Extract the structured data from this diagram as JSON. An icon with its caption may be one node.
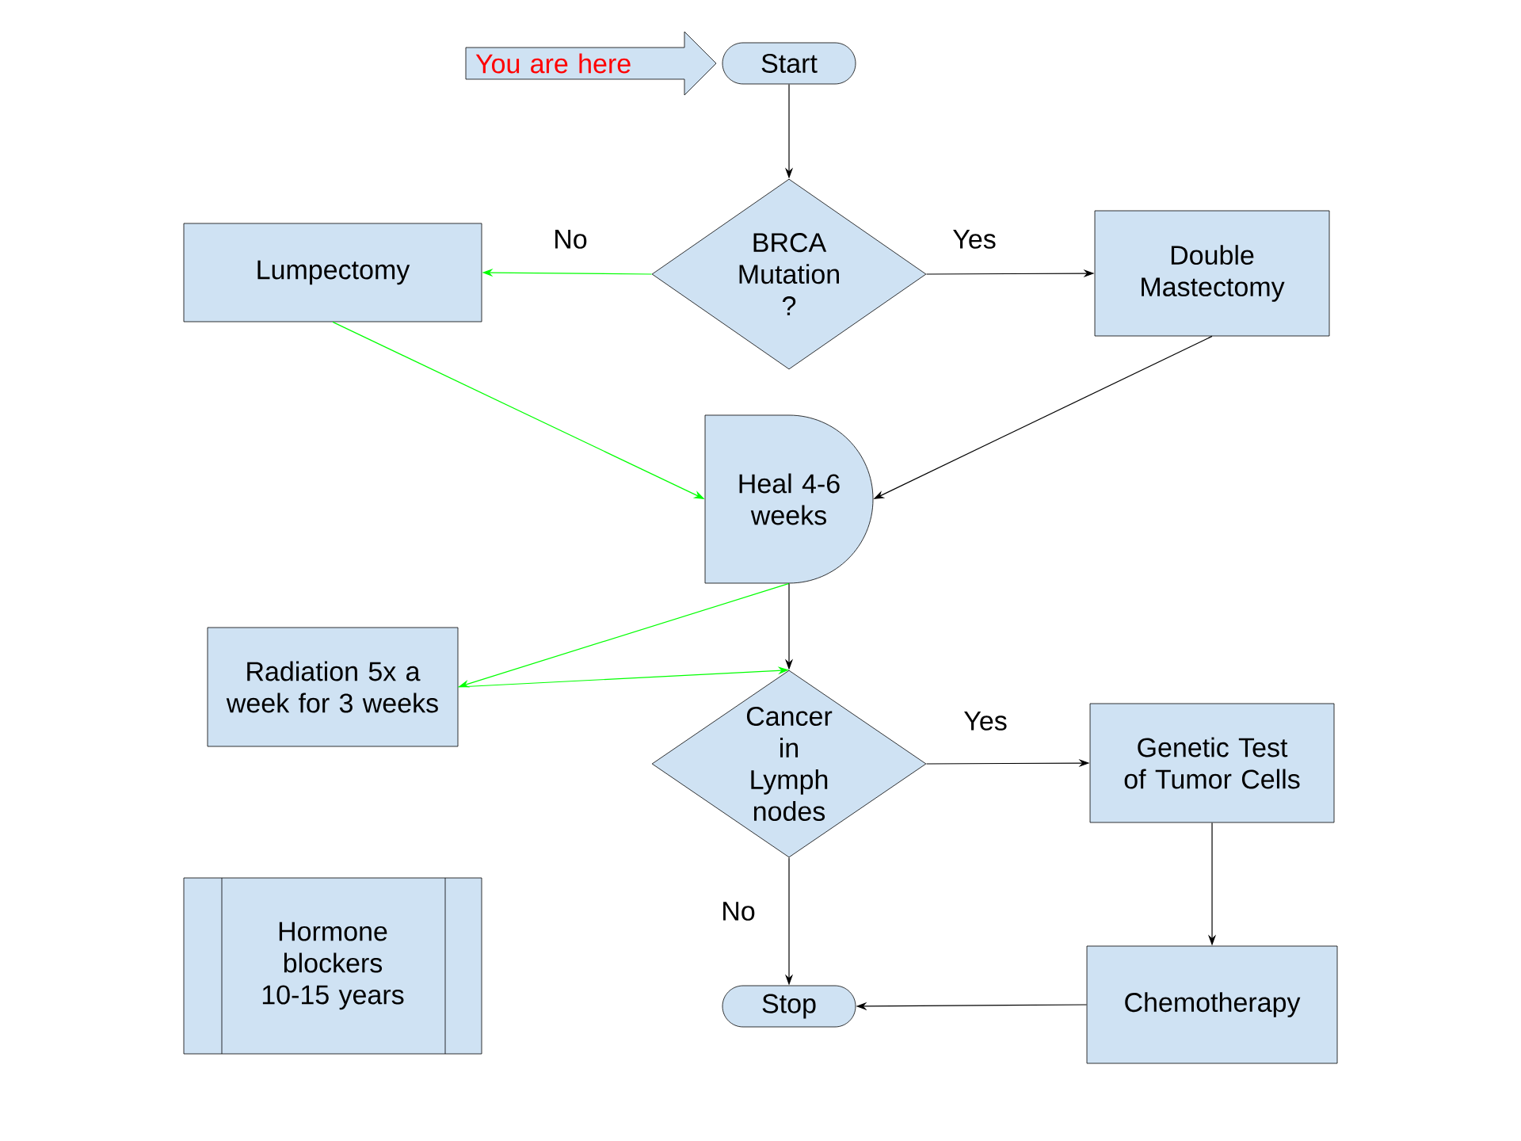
{
  "diagram": {
    "nodes": [
      {
        "text": [
          "You are here"
        ]
      },
      {
        "text": [
          "Start"
        ]
      },
      {
        "text": [
          "BRCA Mutation ?"
        ]
      },
      {
        "text": [
          "Lumpectomy"
        ]
      },
      {
        "text": [
          "Double Mastectomy"
        ]
      },
      {
        "text": [
          "Heal 4-6 weeks"
        ]
      },
      {
        "text": [
          "Radiation 5x a week for 3 weeks"
        ]
      },
      {
        "text": [
          "Cancer in Lymph nodes"
        ]
      },
      {
        "text": [
          "Genetic Test of Tumor Cells"
        ]
      },
      {
        "text": [
          "Hormone blockers 10-15 years"
        ]
      },
      {
        "text": [
          "Stop"
        ]
      },
      {
        "text": [
          "Chemotherapy"
        ]
      }
    ],
    "edges": [
      {
        "from": 1,
        "to": 2,
        "arrow": "to"
      },
      {
        "from": 2,
        "to": 3,
        "arrow": "to",
        "label": "No",
        "color": "#00ff00"
      },
      {
        "from": 2,
        "to": 4,
        "arrow": "to",
        "label": "Yes"
      },
      {
        "from": 3,
        "to": 5,
        "arrow": "to",
        "color": "#00ff00"
      },
      {
        "from": 4,
        "to": 5,
        "arrow": "to"
      },
      {
        "from": 5,
        "to": 6,
        "arrow": "to",
        "color": "#00ff00"
      },
      {
        "from": 6,
        "to": 7,
        "arrow": "to",
        "color": "#00ff00"
      },
      {
        "from": 5,
        "to": 7,
        "arrow": "to"
      },
      {
        "from": 7,
        "to": 8,
        "arrow": "to",
        "label": "Yes"
      },
      {
        "from": 7,
        "to": 10,
        "arrow": "to",
        "label": "No"
      },
      {
        "from": 8,
        "to": 11,
        "arrow": "to"
      },
      {
        "from": 11,
        "to": 10,
        "arrow": "to"
      }
    ]
  }
}
